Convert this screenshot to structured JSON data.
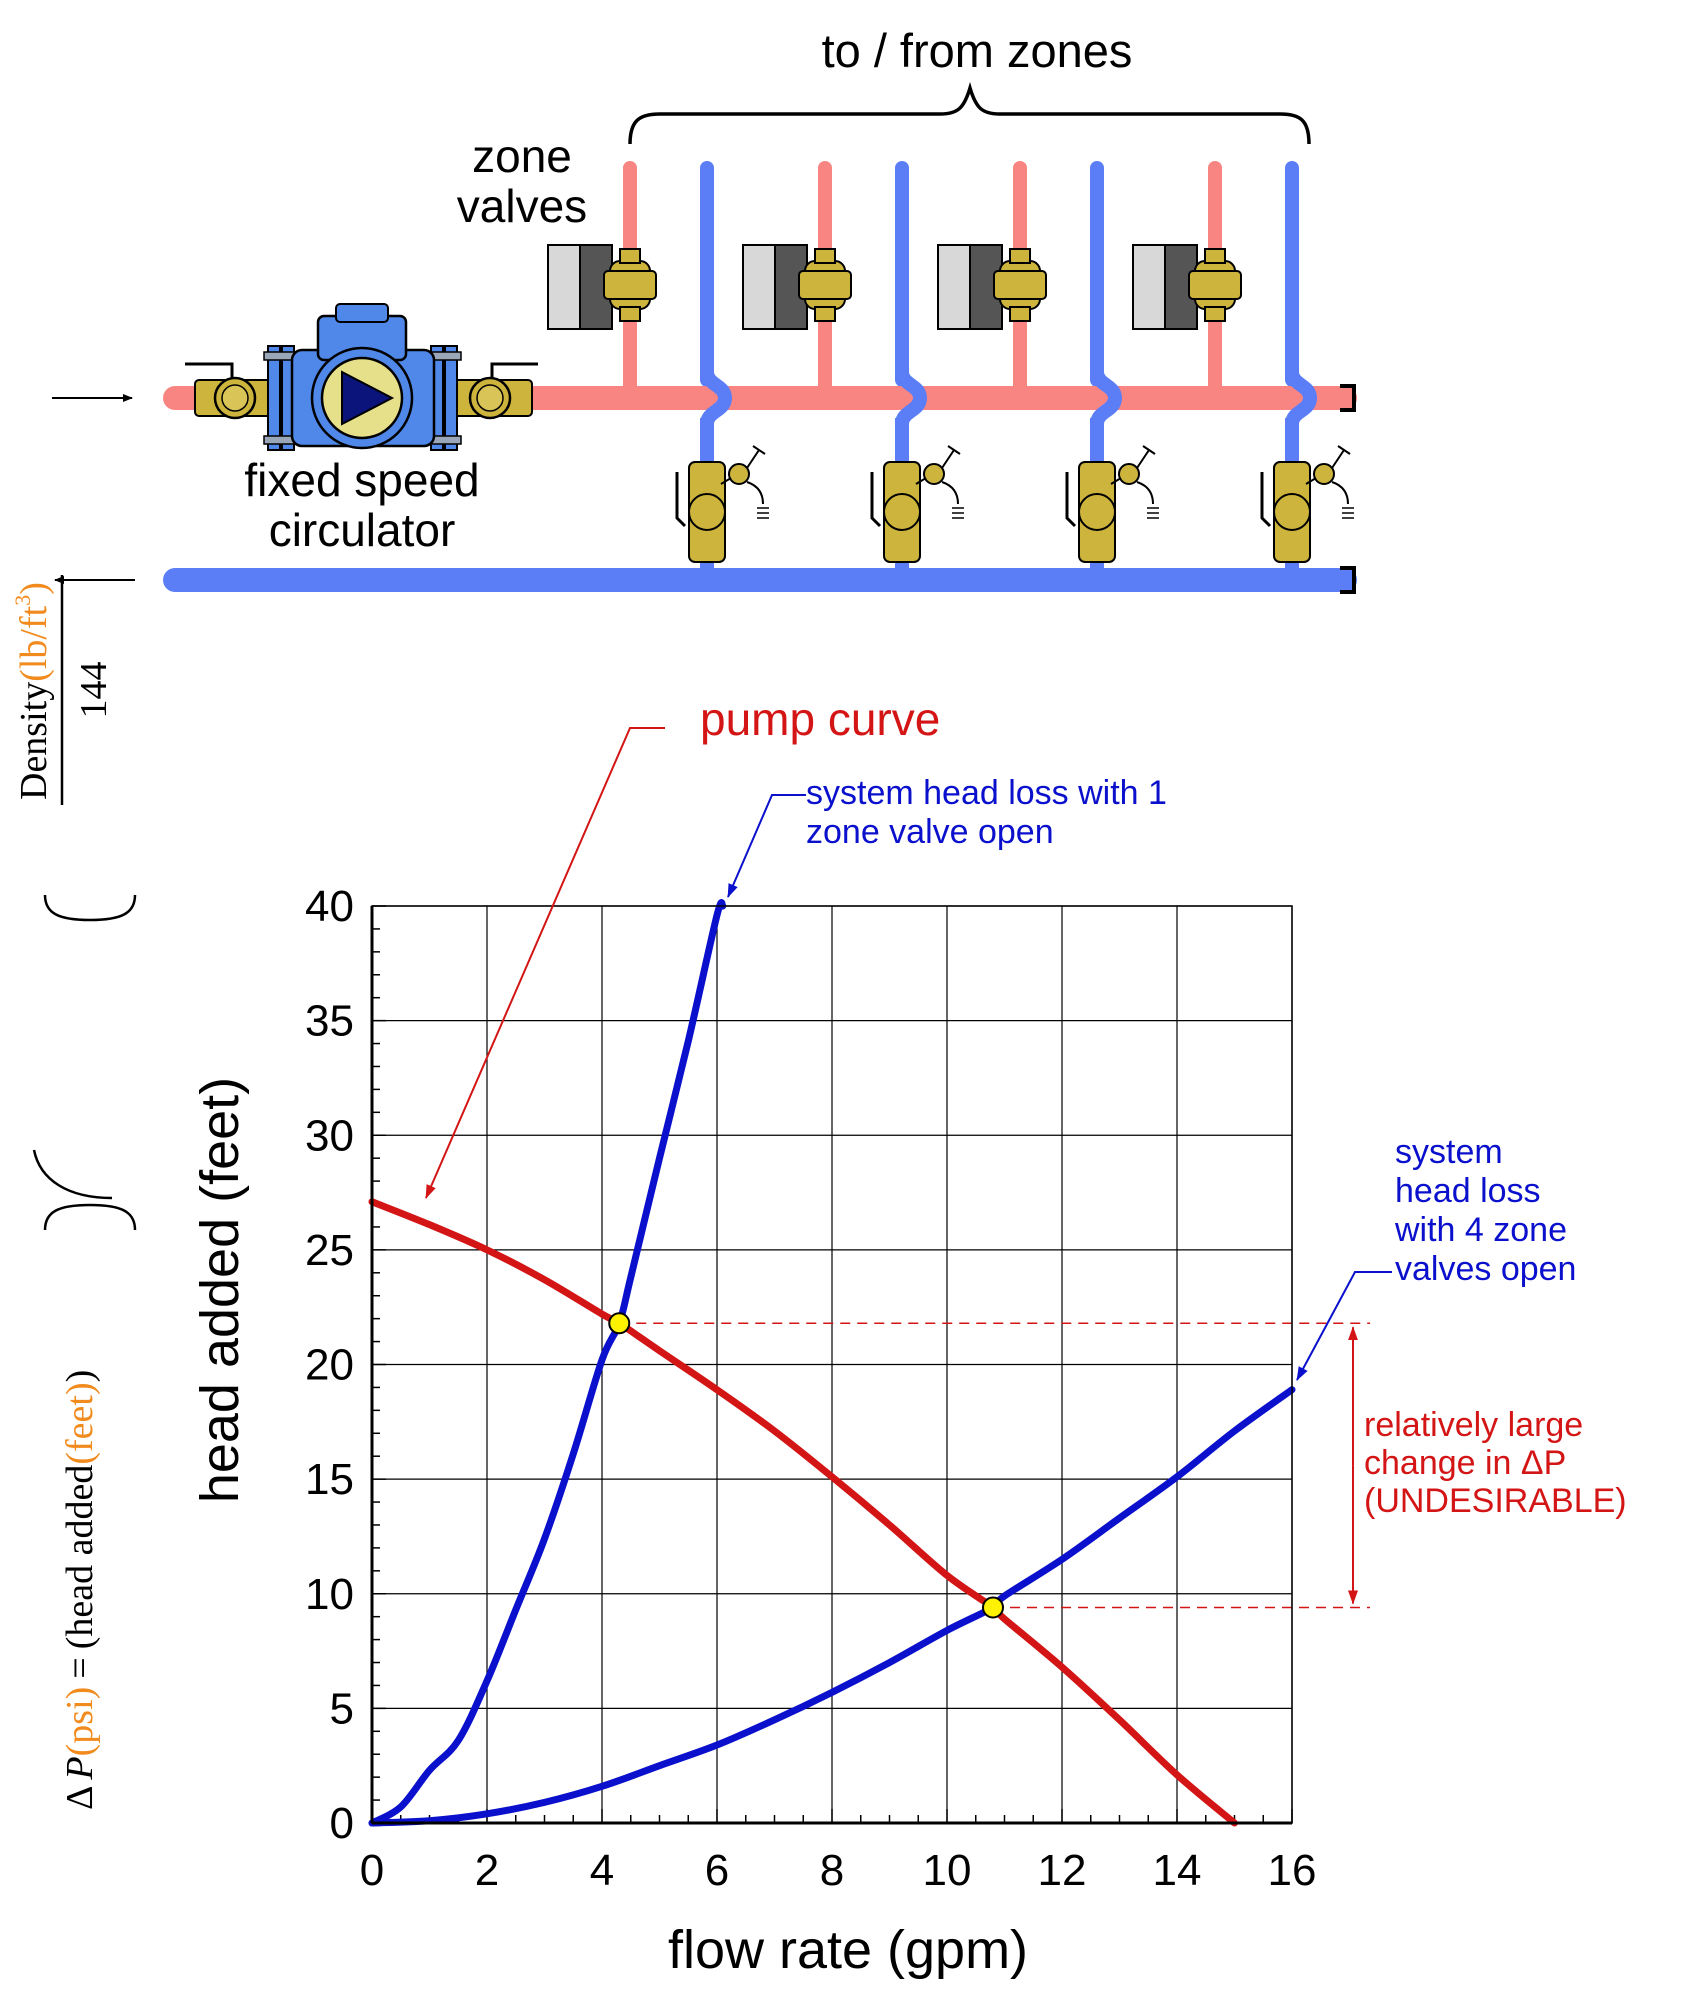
{
  "diagram": {
    "zones_label": "to / from zones",
    "zone_valves_label": [
      "zone",
      "valves"
    ],
    "circulator_label": [
      "fixed speed",
      "circulator"
    ],
    "zone_count": 4
  },
  "formula": {
    "delta": "Δ",
    "p": "P",
    "psi": "(psi)",
    "equals": "=",
    "head_added": "(head added",
    "feet": "(feet)",
    "close_paren": ")",
    "density": "Density",
    "density_unit": "(lb/ft",
    "exp": "3",
    "unit_close": ")",
    "denominator": "144"
  },
  "colors": {
    "supply_pipe": "#F98582",
    "return_pipe": "#5B7EF7",
    "pump_curve": "#D41515",
    "system_curve": "#0A10CC",
    "annotation_red": "#D41515",
    "annotation_blue": "#0A10CC",
    "orange": "#F28B1E",
    "brass": "#CDB43C",
    "pump_blue": "#4F88E8",
    "operating_point": "#FFF200"
  },
  "chart_data": {
    "type": "line",
    "title": "",
    "xlabel": "flow rate (gpm)",
    "ylabel": "head added (feet)",
    "xlim": [
      0,
      16
    ],
    "ylim": [
      0,
      40
    ],
    "xticks": [
      0,
      2,
      4,
      6,
      8,
      10,
      12,
      14,
      16
    ],
    "yticks": [
      0,
      5,
      10,
      15,
      20,
      25,
      30,
      35,
      40
    ],
    "grid": true,
    "series": [
      {
        "name": "pump curve",
        "color": "#D41515",
        "x": [
          0,
          1,
          2,
          3,
          4,
          4.3,
          5,
          6,
          7,
          8,
          9,
          10,
          10.8,
          11,
          12,
          13,
          14,
          15
        ],
        "y": [
          27.1,
          26.1,
          25.0,
          23.7,
          22.2,
          21.8,
          20.6,
          18.9,
          17.1,
          15.1,
          13.0,
          10.8,
          9.4,
          8.9,
          6.8,
          4.5,
          2.1,
          0
        ]
      },
      {
        "name": "system head loss with 1 zone valve open",
        "color": "#0A10CC",
        "x": [
          0,
          0.5,
          1,
          1.5,
          2,
          2.5,
          3,
          3.5,
          4,
          4.3,
          4.5,
          5,
          5.5,
          6,
          6.1
        ],
        "y": [
          0,
          0.7,
          2.3,
          3.6,
          6.2,
          9.3,
          12.4,
          16.1,
          20.2,
          21.8,
          23.8,
          29.0,
          34.1,
          39.6,
          40.0
        ]
      },
      {
        "name": "system head loss with 4 zone valves open",
        "color": "#0A10CC",
        "x": [
          0,
          1,
          2,
          3,
          4,
          5,
          6,
          7,
          8,
          9,
          10,
          10.8,
          11,
          12,
          13,
          14,
          15,
          16
        ],
        "y": [
          0,
          0.1,
          0.4,
          0.9,
          1.6,
          2.5,
          3.4,
          4.5,
          5.7,
          7.0,
          8.4,
          9.4,
          9.9,
          11.5,
          13.3,
          15.1,
          17.1,
          18.9
        ]
      }
    ],
    "operating_points": [
      {
        "x": 4.3,
        "y": 21.8
      },
      {
        "x": 10.8,
        "y": 9.4
      }
    ],
    "annotations": {
      "pump_curve": "pump curve",
      "one_zone": [
        "system head loss with 1",
        "zone valve open"
      ],
      "four_zones": [
        "system",
        "head loss",
        "with 4 zone",
        "valves open"
      ],
      "delta_p_note": [
        "relatively large",
        "change in ΔP",
        "(UNDESIRABLE)"
      ]
    }
  }
}
